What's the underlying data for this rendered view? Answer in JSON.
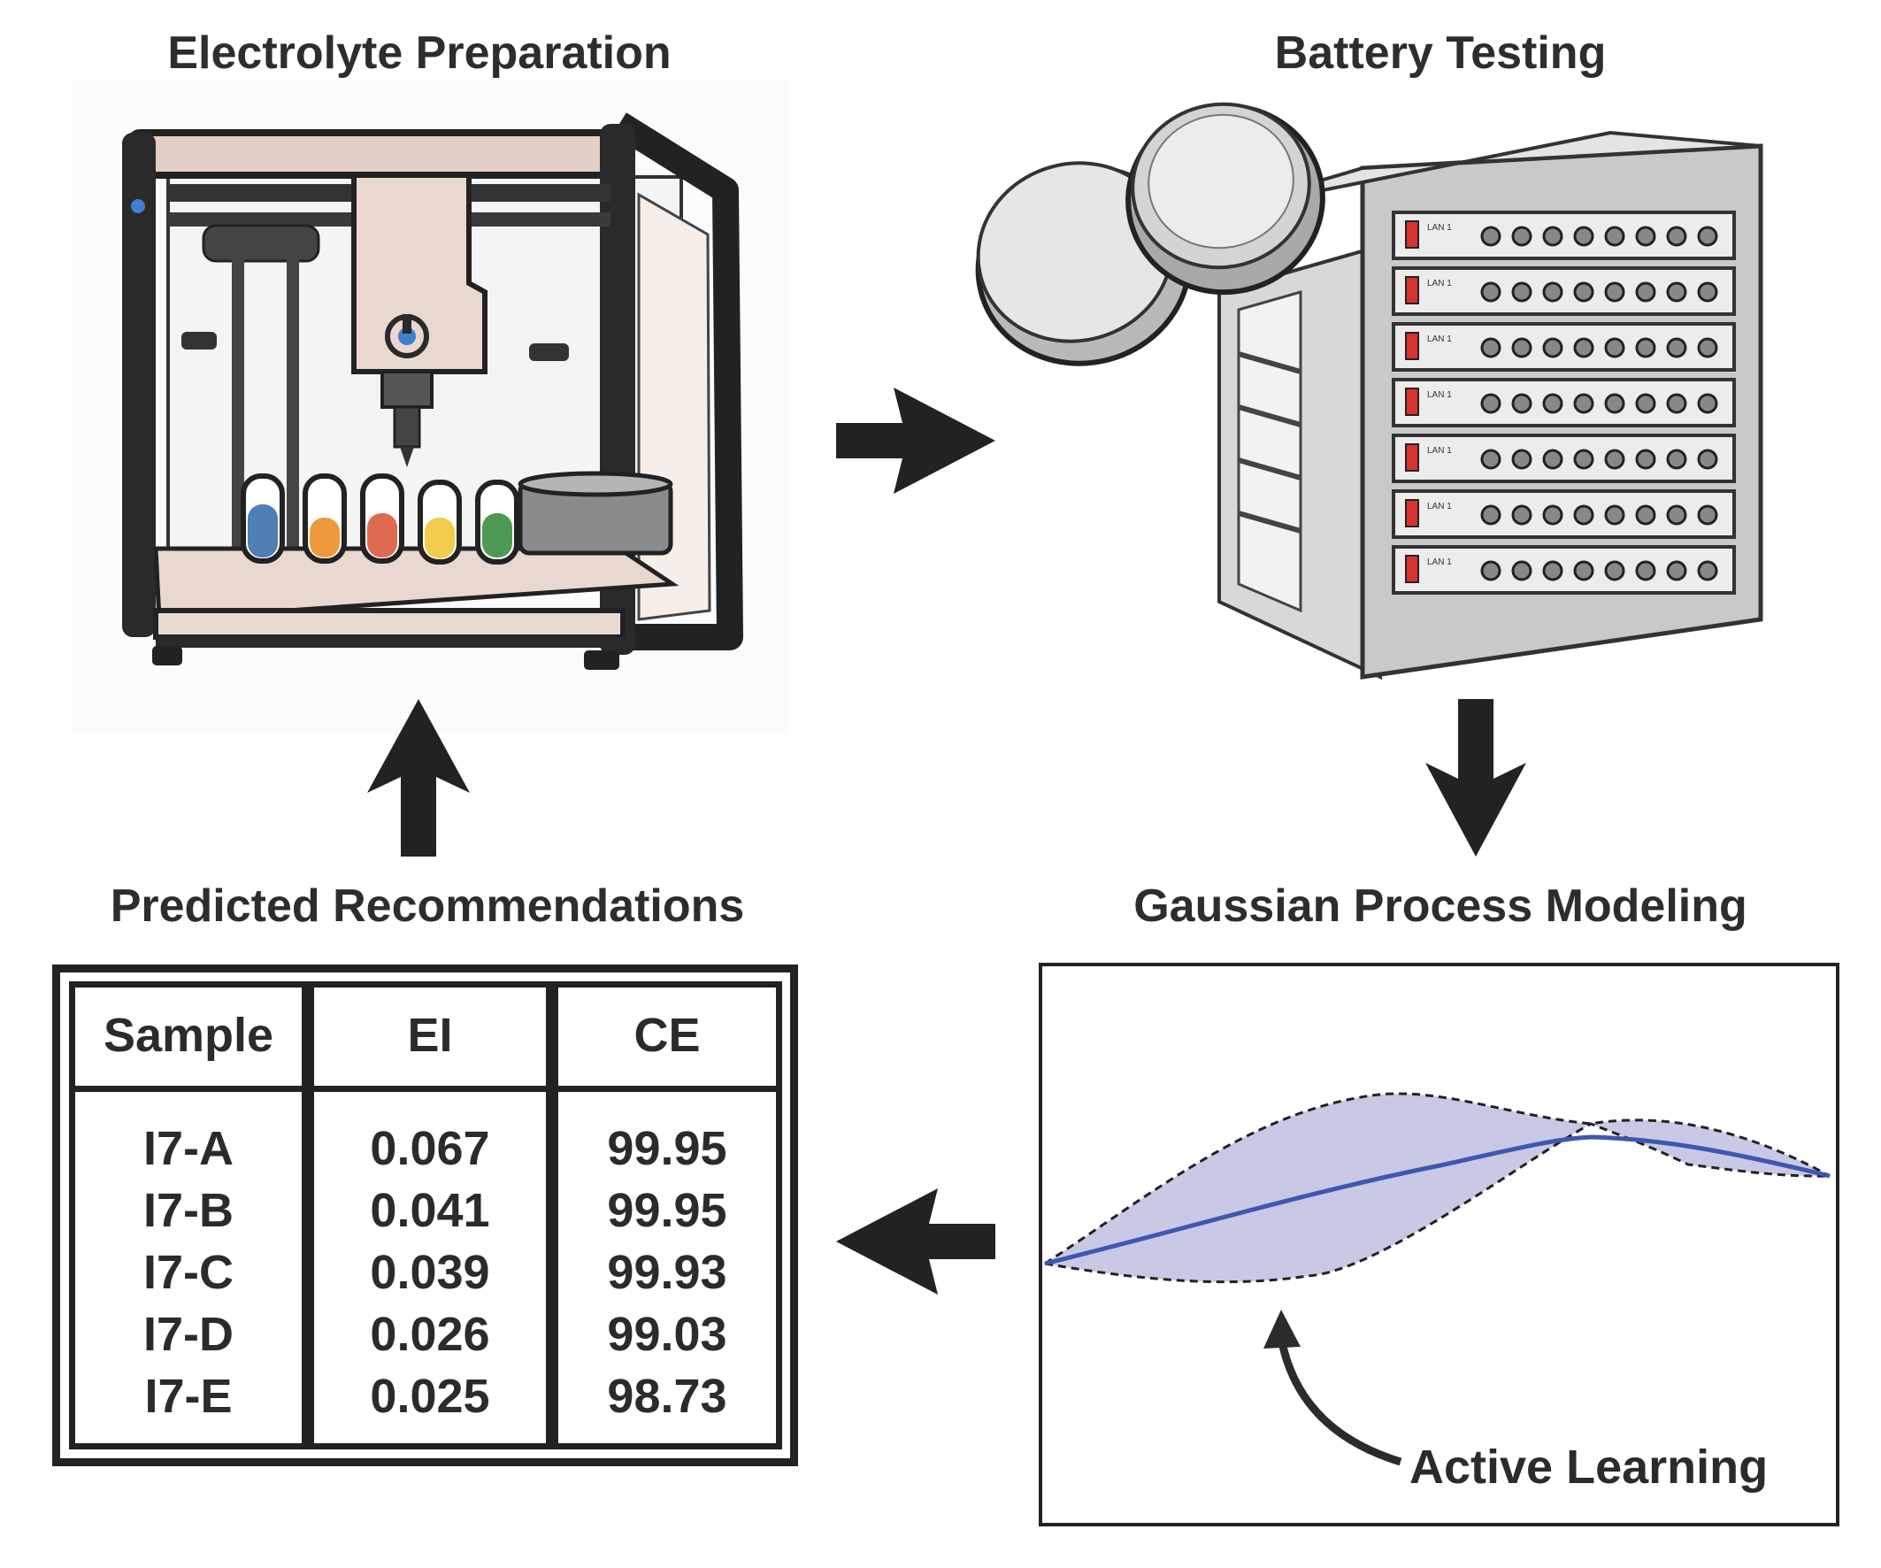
{
  "titles": {
    "electrolyte_preparation": "Electrolyte Preparation",
    "battery_testing": "Battery Testing",
    "gaussian_process_modeling": "Gaussian Process Modeling",
    "predicted_recommendations": "Predicted Recommendations"
  },
  "table": {
    "headers": [
      "Sample",
      "EI",
      "CE"
    ],
    "rows": [
      [
        "I7-A",
        "0.067",
        "99.95"
      ],
      [
        "I7-B",
        "0.041",
        "99.95"
      ],
      [
        "I7-C",
        "0.039",
        "99.93"
      ],
      [
        "I7-D",
        "0.026",
        "99.03"
      ],
      [
        "I7-E",
        "0.025",
        "98.73"
      ]
    ]
  },
  "gp_plot": {
    "annotation": "Active Learning",
    "mean_color": "#3f57b0",
    "band_color": "#c9c9e6"
  },
  "cycler_label": "LAN 1",
  "vial_colors": [
    "#4f7fb3",
    "#ef9a3c",
    "#e06a50",
    "#f1cc4d",
    "#4e9a52"
  ],
  "arrow_color": "#222222"
}
